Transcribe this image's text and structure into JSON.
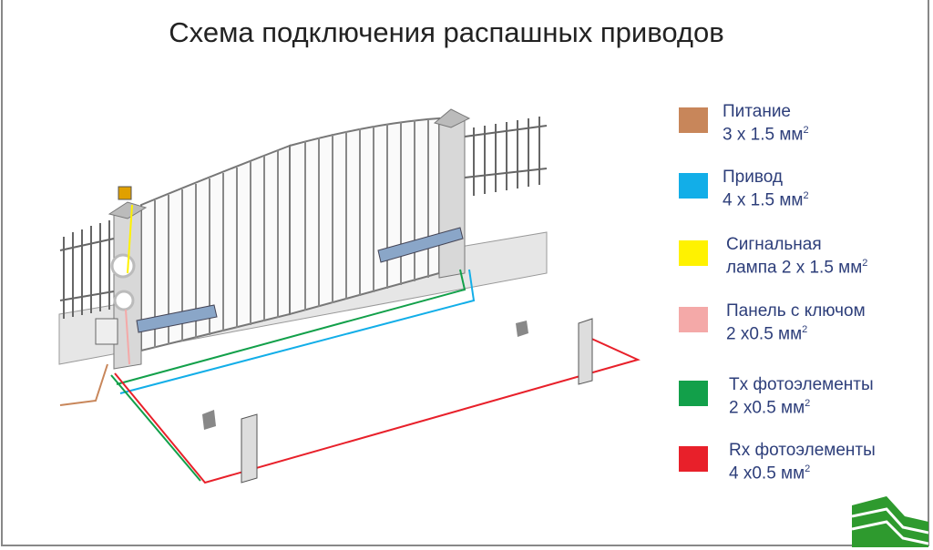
{
  "title": "Схема подключения распашных приводов",
  "legend": [
    {
      "line1": "Питание",
      "line2": "3 x 1.5 мм",
      "sup": "2",
      "color": "#c8865a"
    },
    {
      "line1": "Привод",
      "line2": "4 x 1.5 мм",
      "sup": "2",
      "color": "#12aee8"
    },
    {
      "line1": "Сигнальная",
      "line2": "лампа 2 x 1.5 мм",
      "sup": "2",
      "color": "#fff200"
    },
    {
      "line1": "Панель с ключом",
      "line2": "2 x0.5 мм",
      "sup": "2",
      "color": "#f4a9a8"
    },
    {
      "line1": "Tx фотоэлементы",
      "line2": "2 x0.5 мм",
      "sup": "2",
      "color": "#12a04a"
    },
    {
      "line1": "Rx фотоэлементы",
      "line2": "4 x0.5 мм",
      "sup": "2",
      "color": "#e8202a"
    }
  ]
}
